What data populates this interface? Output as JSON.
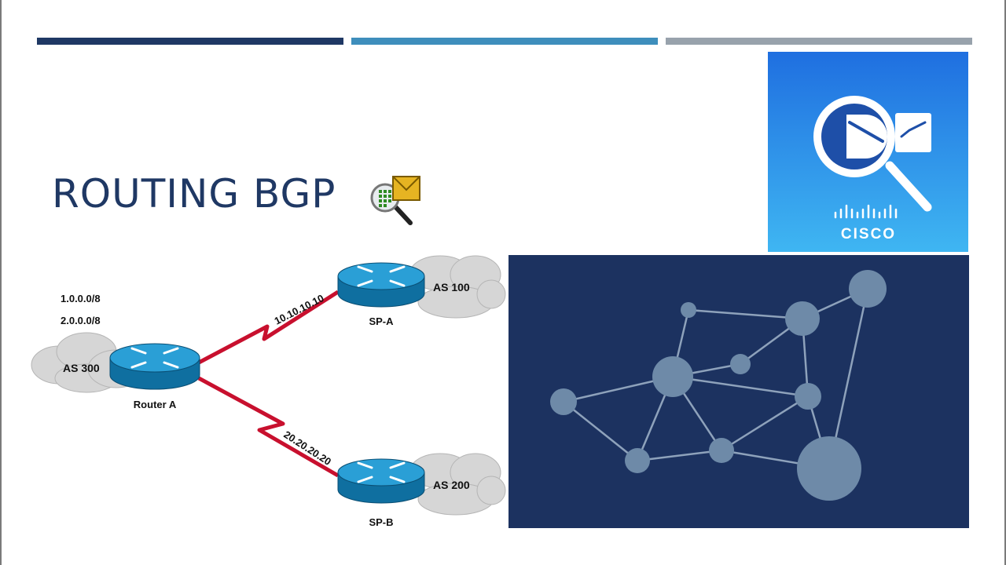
{
  "slide": {
    "title": "ROUTING BGP",
    "accent_colors": [
      "#1f3864",
      "#3e8ebc",
      "#98a2ac"
    ]
  },
  "logo": {
    "text": "CISCO",
    "icon": "cisco-webex-search-icon",
    "background": "#2f8ef2"
  },
  "topology": {
    "prefixes": [
      "1.0.0.0/8",
      "2.0.0.0/8"
    ],
    "router_a": {
      "label": "Router A",
      "as": "AS 300"
    },
    "sp_a": {
      "label": "SP-A",
      "as": "AS 100",
      "link_ip": "10.10.10.10"
    },
    "sp_b": {
      "label": "SP-B",
      "as": "AS 200",
      "link_ip": "20.20.20.20"
    },
    "link_color": "#c8102e",
    "router_color": "#1f8fc4",
    "cloud_color": "#d6d6d6"
  },
  "network_graphic": {
    "background": "#1c3260",
    "node_color": "#6e8aa8",
    "edge_color": "#8ea2bb"
  }
}
